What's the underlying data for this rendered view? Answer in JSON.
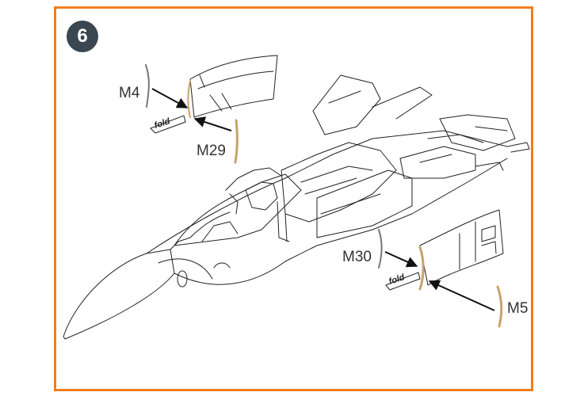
{
  "step": {
    "number": "6"
  },
  "parts": [
    {
      "id": "m4",
      "label": "M4"
    },
    {
      "id": "m29",
      "label": "M29"
    },
    {
      "id": "m30",
      "label": "M30"
    },
    {
      "id": "m5",
      "label": "M5"
    }
  ],
  "fold_labels": [
    "fold",
    "fold"
  ],
  "colors": {
    "frame": "#f07d1e",
    "badge": "#3a4650",
    "brass": "#c8a26a",
    "line": "#222222"
  }
}
